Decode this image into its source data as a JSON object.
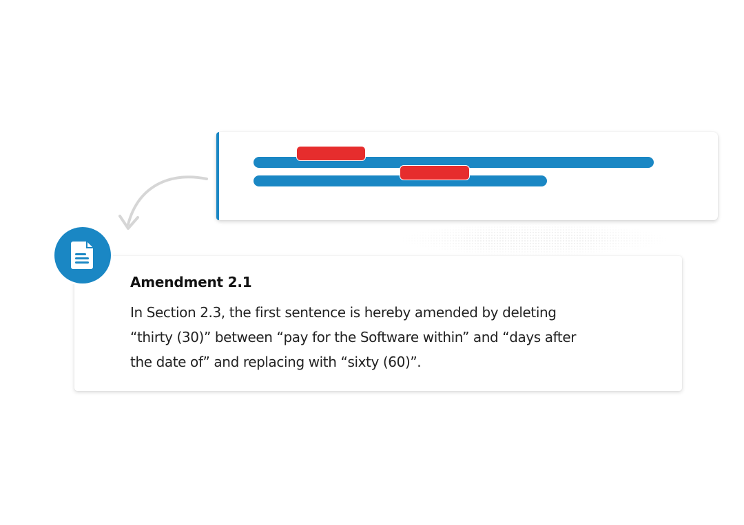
{
  "colors": {
    "accent": "#1a87c4",
    "redline": "#e62d2d",
    "arrow": "#d6d6d6"
  },
  "icons": {
    "document": "document-icon",
    "arrow": "curved-arrow-icon"
  },
  "amendment": {
    "title": "Amendment 2.1",
    "lines": [
      "In Section 2.3, the first sentence is hereby amended by deleting",
      "“thirty (30)” between “pay for the Software within” and “days after",
      "the date of” and replacing with “sixty (60)”."
    ]
  }
}
